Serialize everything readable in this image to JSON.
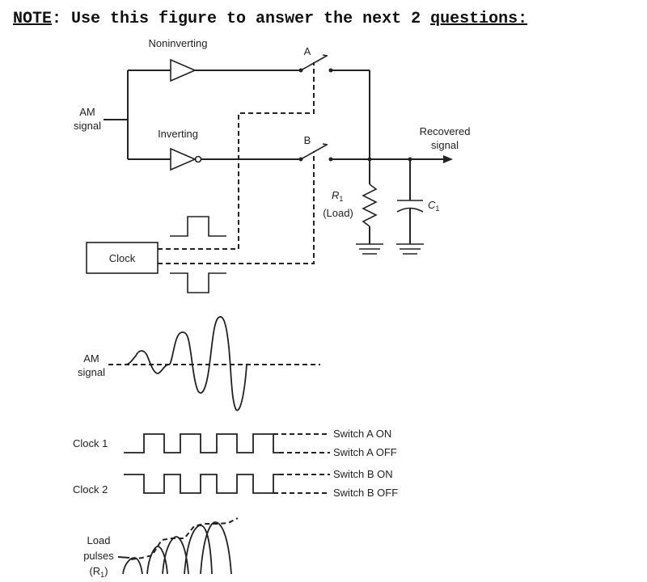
{
  "note": {
    "lead": "NOTE",
    "middle": ": Use this figure to answer the next 2 ",
    "tail": "questions:"
  },
  "circuit": {
    "noninverting": "Noninverting",
    "inverting": "Inverting",
    "am_signal_line1": "AM",
    "am_signal_line2": "signal",
    "switch_a": "A",
    "switch_b": "B",
    "recovered_line1": "Recovered",
    "recovered_line2": "signal",
    "r1_symbol": "R",
    "r1_sub": "1",
    "r1_load": "(Load)",
    "c1_symbol": "C",
    "c1_sub": "1",
    "clock": "Clock"
  },
  "waveforms": {
    "am_signal_line1": "AM",
    "am_signal_line2": "signal",
    "clock1": "Clock 1",
    "clock2": "Clock 2",
    "switch_a_on": "Switch A ON",
    "switch_a_off": "Switch A OFF",
    "switch_b_on": "Switch B ON",
    "switch_b_off": "Switch B OFF",
    "load_line1": "Load",
    "load_line2": "pulses",
    "load_r": "(R",
    "load_sub": "1",
    "load_close": ")"
  }
}
